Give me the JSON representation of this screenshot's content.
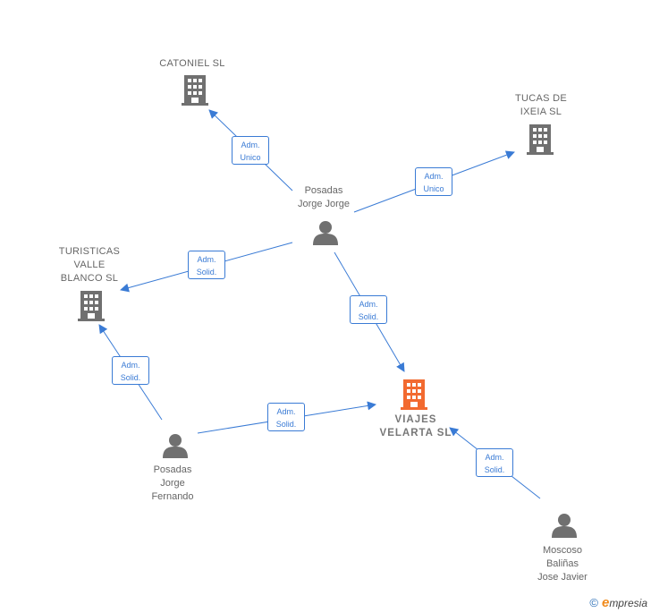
{
  "companies": {
    "catoniel": "CATONIEL  SL",
    "tucas": "TUCAS DE\nIXEIA SL",
    "turisticas": "TURISTICAS\nVALLE\nBLANCO SL",
    "viajes": "VIAJES\nVELARTA  SL"
  },
  "persons": {
    "posadas_jorge_jorge": "Posadas\nJorge Jorge",
    "posadas_jorge_fernando": "Posadas\nJorge\nFernando",
    "moscoso": "Moscoso\nBaliñas\nJose Javier"
  },
  "edges": [
    {
      "l1": "Adm.",
      "l2": "Unico"
    },
    {
      "l1": "Adm.",
      "l2": "Unico"
    },
    {
      "l1": "Adm.",
      "l2": "Solid."
    },
    {
      "l1": "Adm.",
      "l2": "Solid."
    },
    {
      "l1": "Adm.",
      "l2": "Solid."
    },
    {
      "l1": "Adm.",
      "l2": "Solid."
    },
    {
      "l1": "Adm.",
      "l2": "Solid."
    }
  ],
  "colors": {
    "edge": "#3a7bd5",
    "company_icon": "#707070",
    "main_company_icon": "#f26a30",
    "person_icon": "#707070"
  },
  "footer": {
    "copyright": "©",
    "brand_initial": "e",
    "brand_rest": "mpresia"
  }
}
